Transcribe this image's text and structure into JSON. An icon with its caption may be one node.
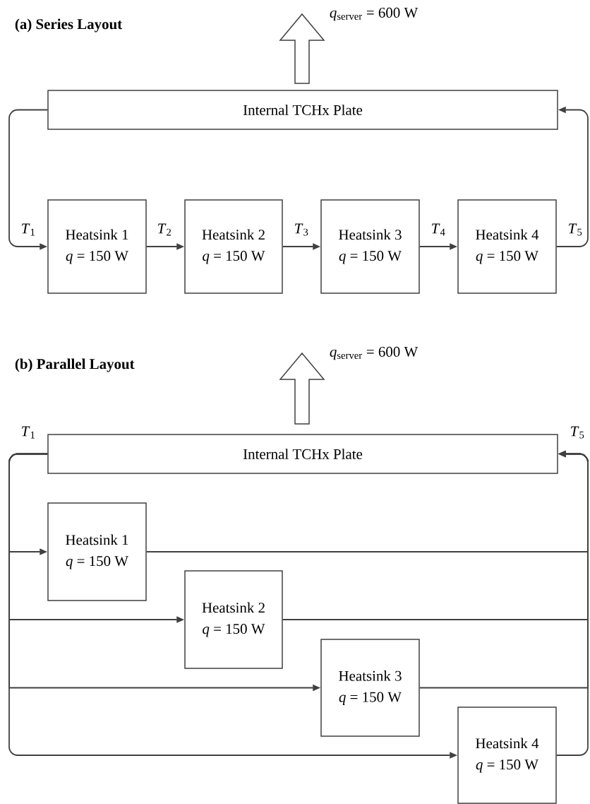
{
  "diagram": {
    "nodes": [
      {
        "text": [
          "Internal TCHx Plate"
        ]
      },
      {
        "text": [
          "Heatsink 1",
          "*q* = 150 W"
        ]
      },
      {
        "text": [
          "Heatsink 2",
          "*q* = 150 W"
        ]
      },
      {
        "text": [
          "Heatsink 3",
          "*q* = 150 W"
        ]
      },
      {
        "text": [
          "Heatsink 4",
          "*q* = 150 W"
        ]
      },
      {
        "text": [
          "Internal TCHx Plate"
        ]
      },
      {
        "text": [
          "Heatsink 1",
          "*q* = 150 W"
        ]
      },
      {
        "text": [
          "Heatsink 2",
          "*q* = 150 W"
        ]
      },
      {
        "text": [
          "Heatsink 3",
          "*q* = 150 W"
        ]
      },
      {
        "text": [
          "Heatsink 4",
          "*q* = 150 W"
        ]
      }
    ],
    "edges": [
      {
        "from": 0,
        "to": 1,
        "arrow": "to",
        "label": "*T*$_{1}$"
      },
      {
        "from": 1,
        "to": 2,
        "arrow": "to",
        "label": "*T*$_{2}$"
      },
      {
        "from": 2,
        "to": 3,
        "arrow": "to",
        "label": "*T*$_{3}$"
      },
      {
        "from": 3,
        "to": 4,
        "arrow": "to",
        "label": "*T*$_{4}$"
      },
      {
        "from": 4,
        "to": 0,
        "arrow": "to",
        "label": "*T*$_{5}$"
      },
      {
        "from": 5,
        "to": 6,
        "arrow": "to"
      },
      {
        "from": 5,
        "to": 7,
        "arrow": "to"
      },
      {
        "from": 5,
        "to": 8,
        "arrow": "to"
      },
      {
        "from": 5,
        "to": 9,
        "arrow": "to"
      },
      {
        "from": 6,
        "to": 5,
        "arrow": "to"
      },
      {
        "from": 7,
        "to": 5,
        "arrow": "to"
      },
      {
        "from": 8,
        "to": 5,
        "arrow": "to"
      },
      {
        "from": 9,
        "to": 5,
        "arrow": "to"
      }
    ],
    "labels": [
      "(a) Series Layout",
      "*q*$_{server}$ = 600 W",
      "(b) Parallel Layout",
      "*q*$_{server}$ = 600 W",
      "*T*$_{1}$",
      "*T*$_{5}$"
    ]
  }
}
